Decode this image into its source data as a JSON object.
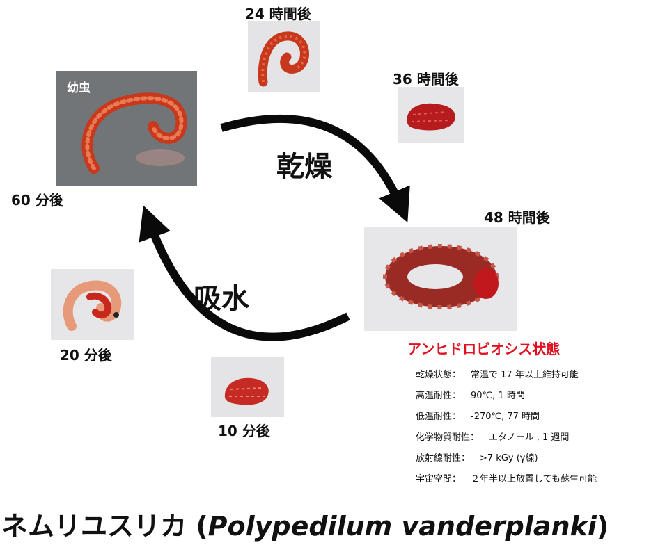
{
  "stages": {
    "larva_label": "幼虫",
    "h24": "24 時間後",
    "h36": "36 時間後",
    "h48": "48 時間後",
    "m10": "10 分後",
    "m20": "20 分後",
    "m60": "60 分後"
  },
  "arrows": {
    "dry": "乾燥",
    "rehydrate": "吸水"
  },
  "anhydrobiosis": {
    "title": "アンヒドロビオシス状態",
    "properties": [
      {
        "label": "乾燥状態：",
        "value": "常温で 17 年以上維持可能"
      },
      {
        "label": "高温耐性：",
        "value": "90℃, 1 時間"
      },
      {
        "label": "低温耐性：",
        "value": "-270℃, 77 時間"
      },
      {
        "label": "化学物質耐性：",
        "value": "エタノール , 1 週間"
      },
      {
        "label": "放射線耐性：",
        "value": ">7 kGy (γ線)"
      },
      {
        "label": "宇宙空間：",
        "value": "２年半以上放置しても蘇生可能"
      }
    ]
  },
  "species": {
    "name_jp": "ネムリユスリカ",
    "name_latin": "Polypedilum vanderplanki"
  },
  "colors": {
    "title_red": "#e01020",
    "larva_red": "#c8381c",
    "arrow": "#0a0a0a"
  }
}
